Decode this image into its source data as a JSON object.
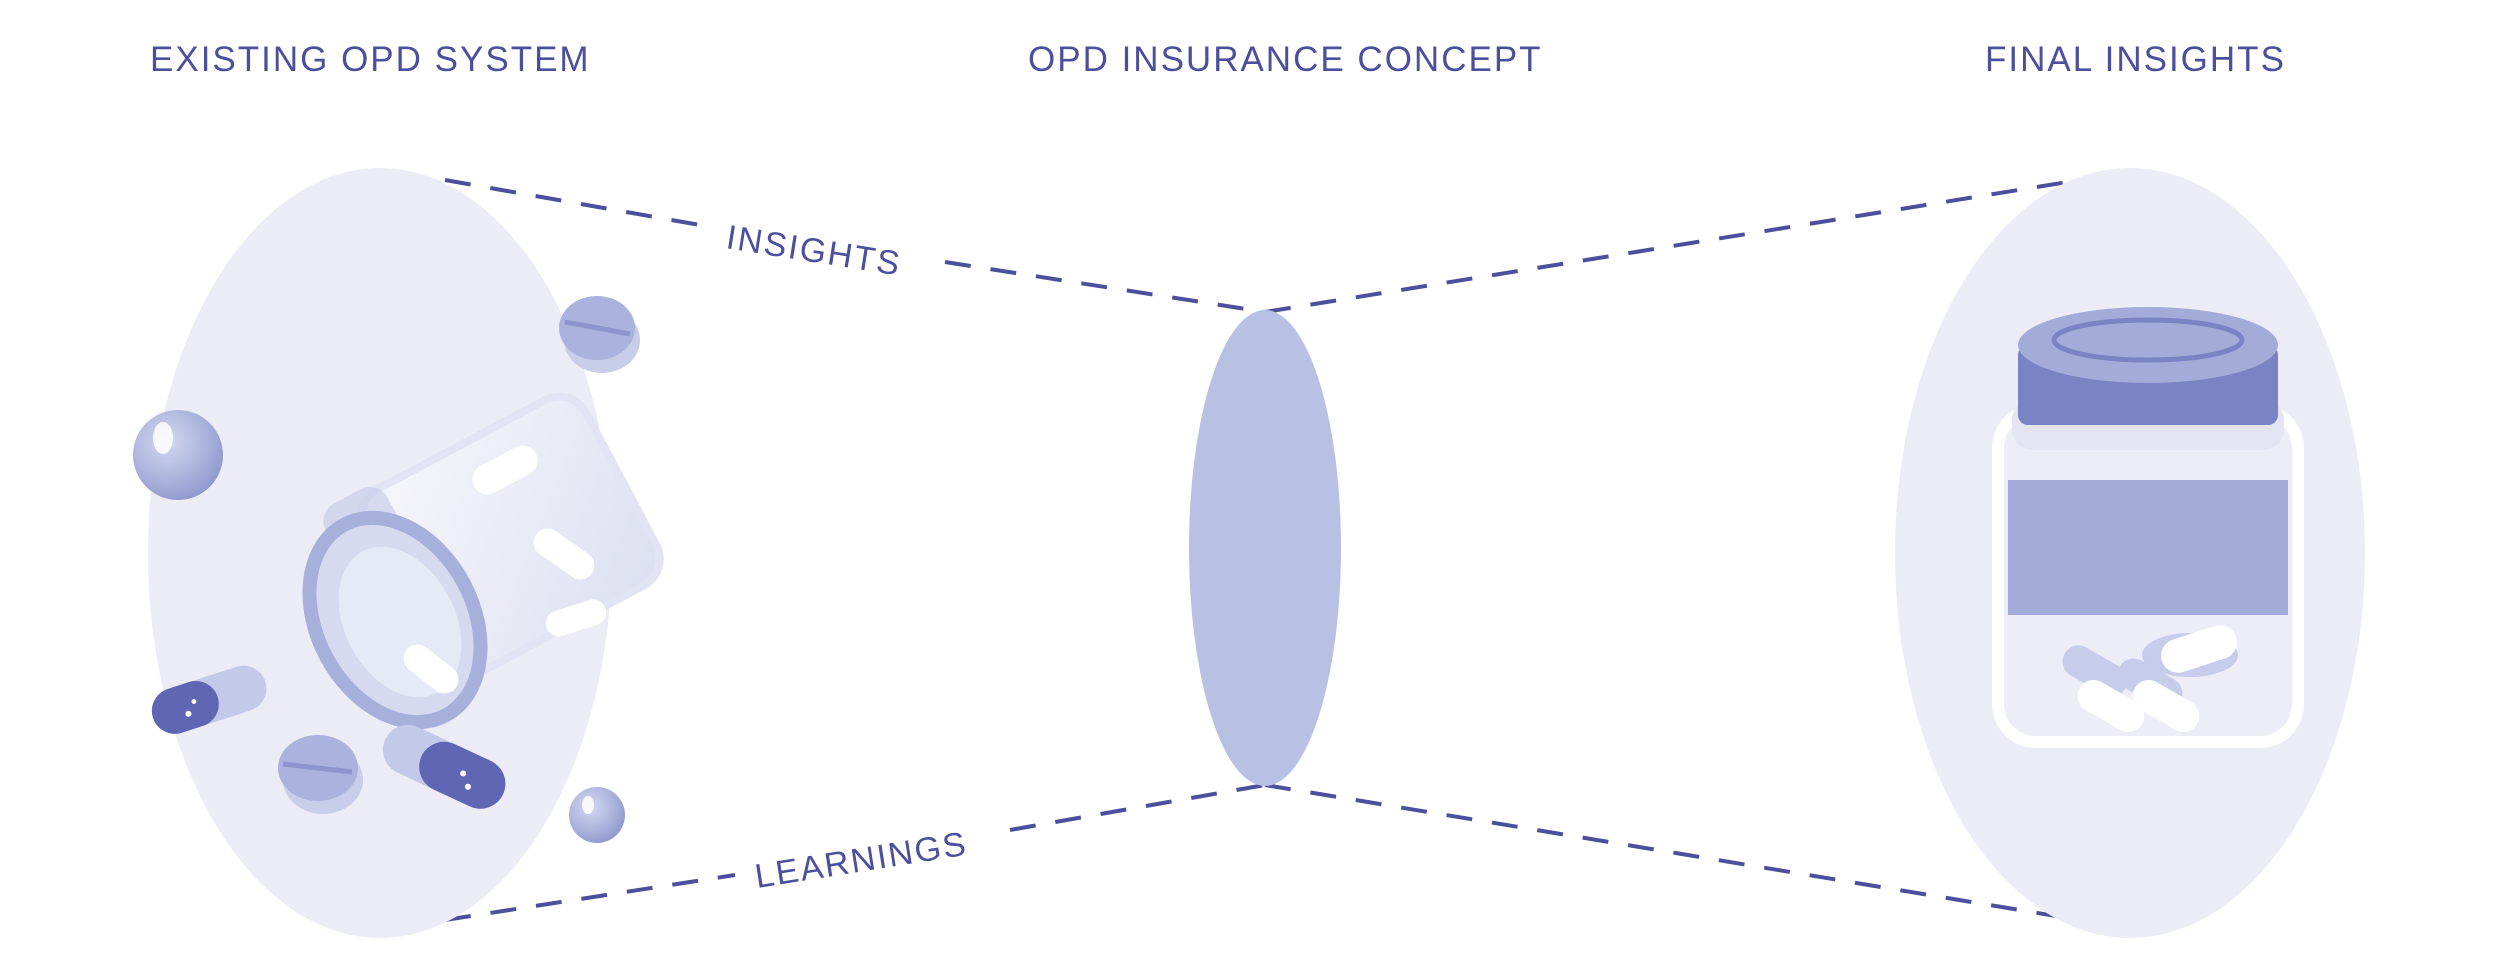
{
  "stages": {
    "left_title": "EXISTING OPD SYSTEM",
    "middle_title": "OPD INSURANCE CONCEPT",
    "right_title": "FINAL INSIGHTS"
  },
  "connectors": {
    "upper_label": "INSIGHTS",
    "lower_label": "LEARNINGS"
  },
  "colors": {
    "heading_text": "#4b4f9c",
    "dashed_line": "#4b4f9c",
    "halo": "#ececf6",
    "lens": "#b8c1e4",
    "capsule_dark": "#5f66b3",
    "cap_dark": "#7a84c4",
    "label_band": "#a3acd8"
  },
  "icons": [
    "pill-icon",
    "capsule-icon",
    "sphere-icon",
    "spilled-bottle-icon",
    "medicine-jar-icon"
  ]
}
